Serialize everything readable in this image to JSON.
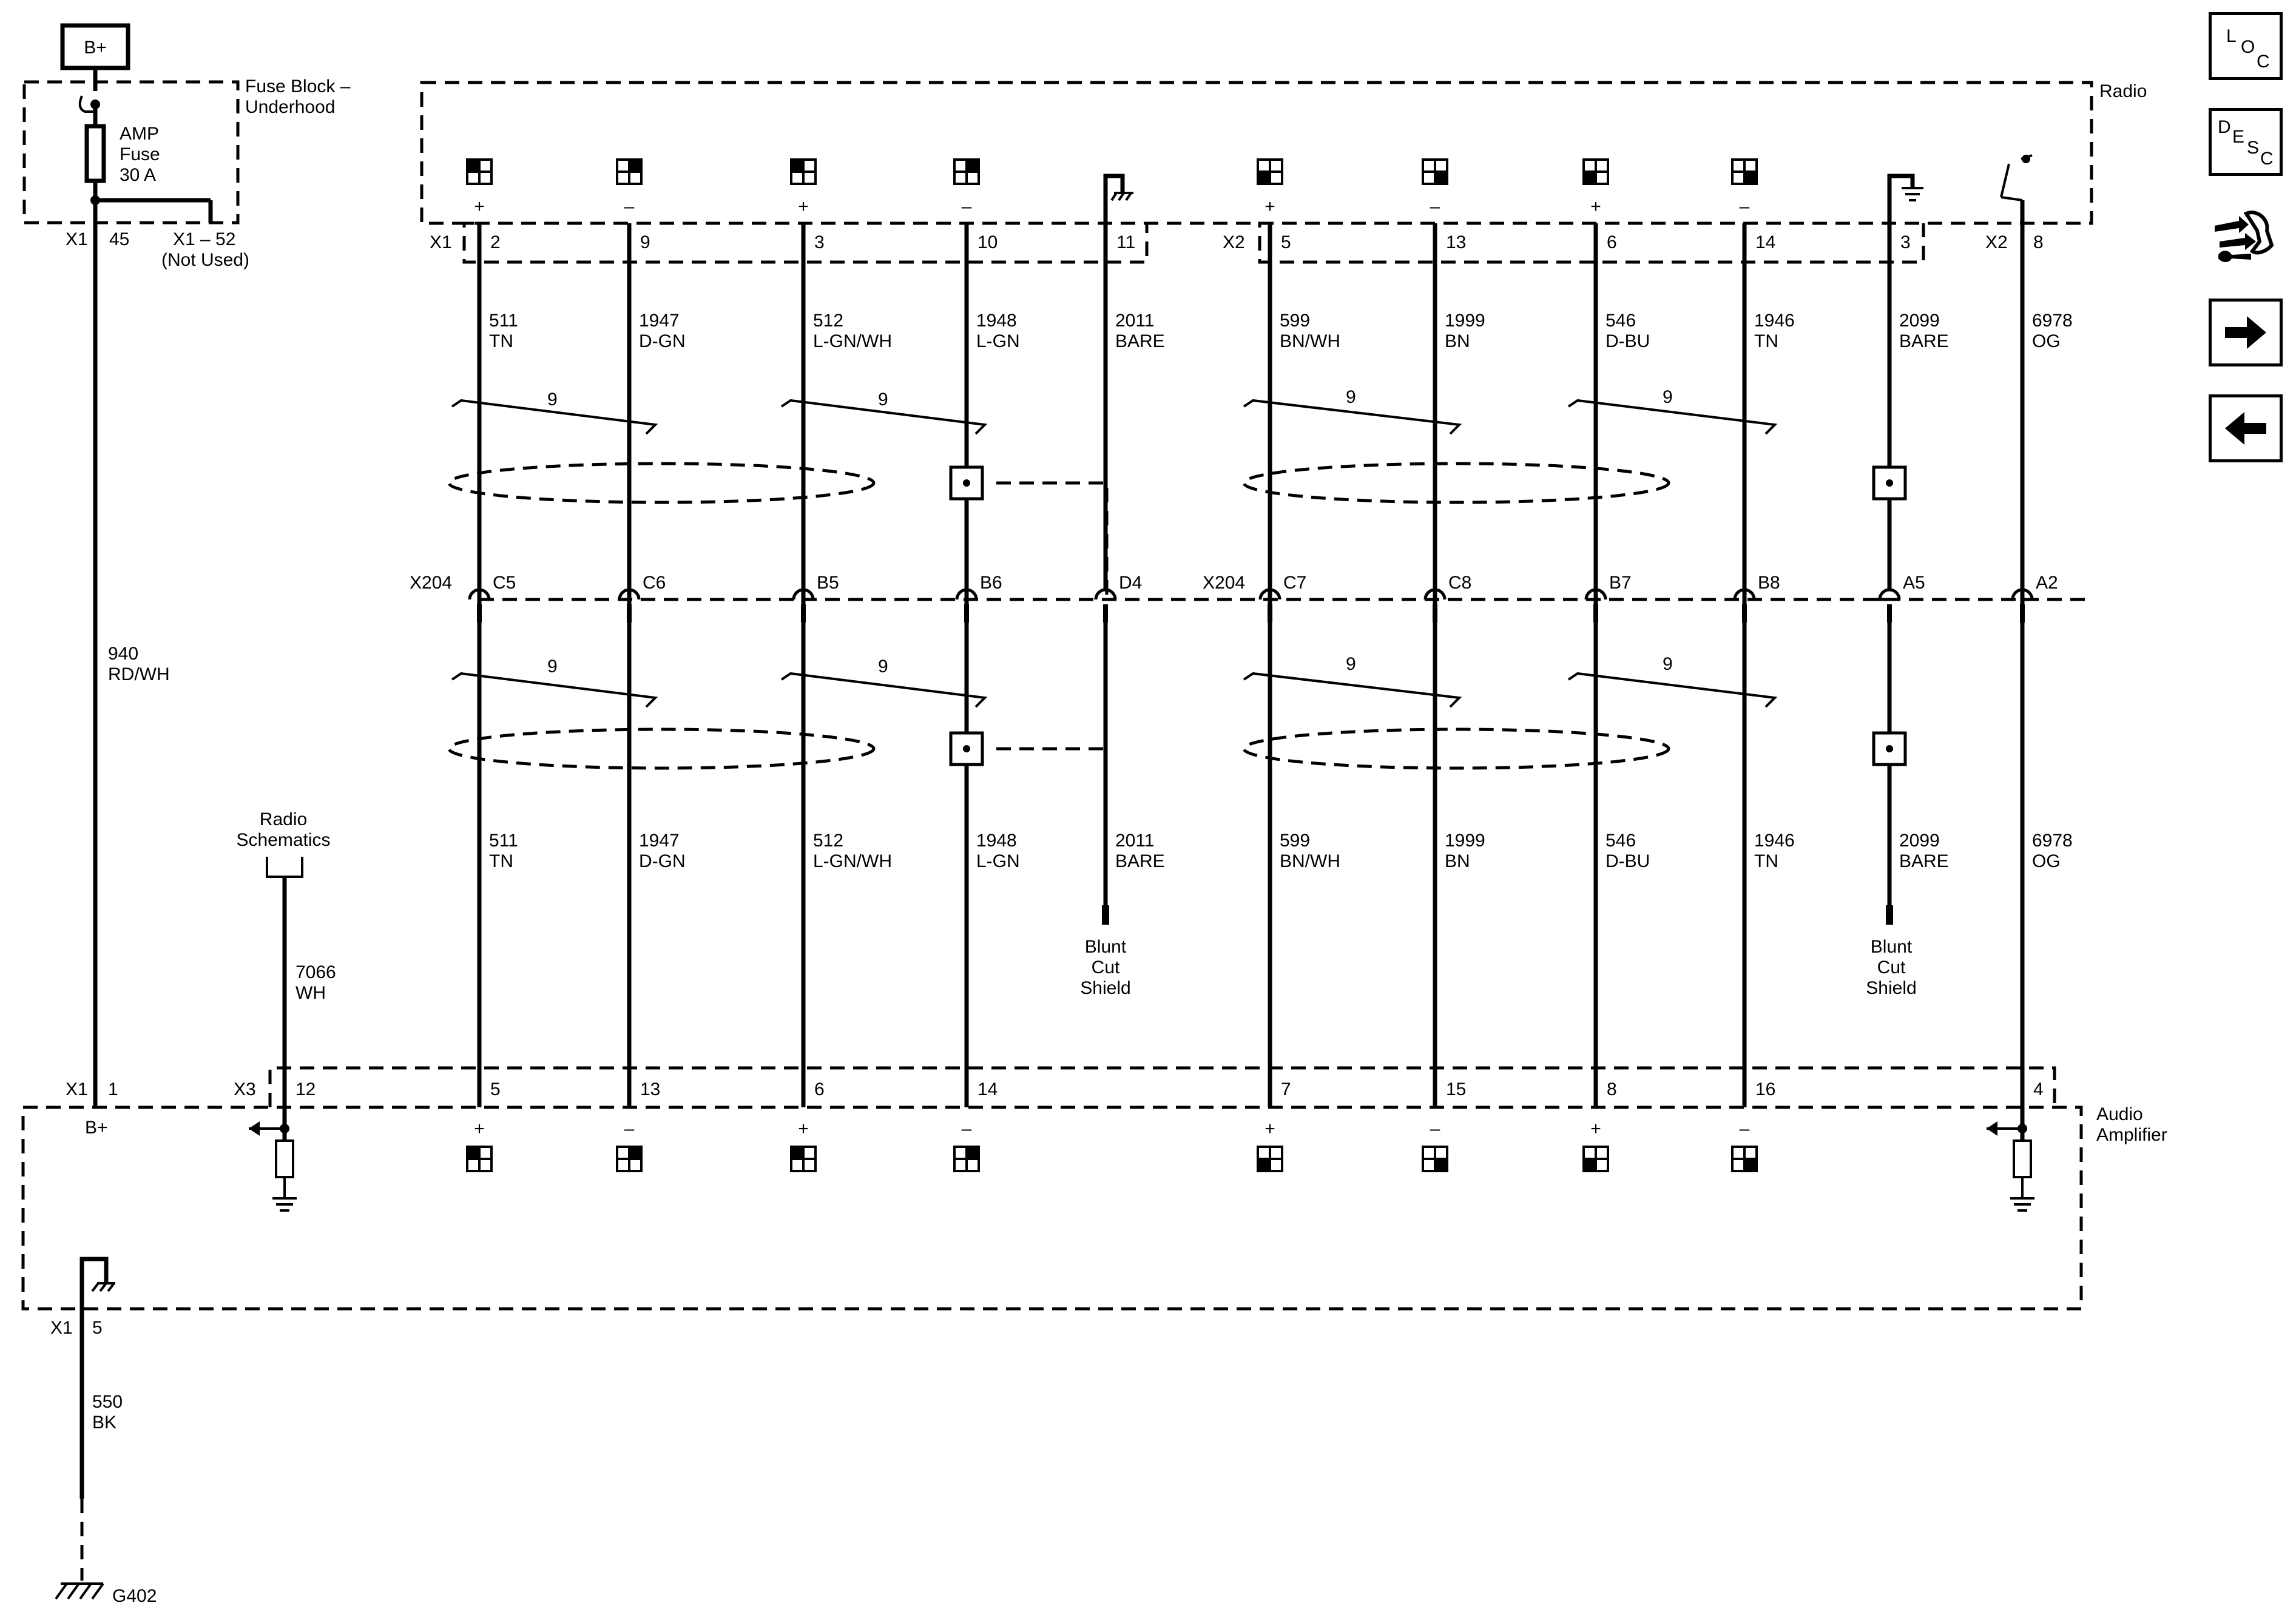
{
  "power": {
    "badge": "B+",
    "fuse_block": [
      "Fuse Block –",
      "Underhood"
    ],
    "fuse": [
      "AMP",
      "Fuse",
      "30 A"
    ],
    "conn_x1": "X1",
    "pin45": "45",
    "not_used": [
      "X1 – 52",
      "(Not Used)"
    ],
    "wire": [
      "940",
      "RD/WH"
    ],
    "amp_conn": "X1",
    "amp_pin": "1",
    "amp_bplus": "B+"
  },
  "radio_label": "Radio",
  "radio_conn": {
    "x1": "X1",
    "x2a": "X2",
    "x2b": "X2"
  },
  "amp_label": [
    "Audio",
    "Amplifier"
  ],
  "amp_conn_x3": "X3",
  "inline_conn": {
    "left": "X204",
    "right": "X204"
  },
  "twist": "9",
  "shield_note": [
    "Blunt",
    "Cut",
    "Shield"
  ],
  "schematic_link": [
    "Radio",
    "Schematics"
  ],
  "link_wire": {
    "pin": "12",
    "circuit": "7066",
    "color": "WH"
  },
  "ground": {
    "conn": "X1",
    "pin": "5",
    "wire": [
      "550",
      "BK"
    ],
    "label": "G402"
  },
  "channels": [
    {
      "sign": "+",
      "top_pin": "2",
      "circuit": "511",
      "color": "TN",
      "inline": "C5",
      "bottom_pin": "5"
    },
    {
      "sign": "–",
      "top_pin": "9",
      "circuit": "1947",
      "color": "D-GN",
      "inline": "C6",
      "bottom_pin": "13"
    },
    {
      "sign": "+",
      "top_pin": "3",
      "circuit": "512",
      "color": "L-GN/WH",
      "inline": "B5",
      "bottom_pin": "6"
    },
    {
      "sign": "–",
      "top_pin": "10",
      "circuit": "1948",
      "color": "L-GN",
      "inline": "B6",
      "bottom_pin": "14"
    },
    {
      "sign": "",
      "top_pin": "11",
      "circuit": "2011",
      "color": "BARE",
      "inline": "D4",
      "bottom_pin": ""
    },
    {
      "sign": "+",
      "top_pin": "5",
      "circuit": "599",
      "color": "BN/WH",
      "inline": "C7",
      "bottom_pin": "7"
    },
    {
      "sign": "–",
      "top_pin": "13",
      "circuit": "1999",
      "color": "BN",
      "inline": "C8",
      "bottom_pin": "15"
    },
    {
      "sign": "+",
      "top_pin": "6",
      "circuit": "546",
      "color": "D-BU",
      "inline": "B7",
      "bottom_pin": "8"
    },
    {
      "sign": "–",
      "top_pin": "14",
      "circuit": "1946",
      "color": "TN",
      "inline": "B8",
      "bottom_pin": "16"
    },
    {
      "sign": "",
      "top_pin": "3",
      "circuit": "2099",
      "color": "BARE",
      "inline": "A5",
      "bottom_pin": ""
    },
    {
      "sign": "",
      "top_pin": "8",
      "circuit": "6978",
      "color": "OG",
      "inline": "A2",
      "bottom_pin": "4"
    }
  ],
  "nav": {
    "loc": [
      "L",
      "O",
      "C"
    ],
    "desc": [
      "D",
      "E",
      "S",
      "C"
    ],
    "icons": [
      "connector-repair-icon",
      "next-arrow-icon",
      "previous-arrow-icon"
    ]
  }
}
